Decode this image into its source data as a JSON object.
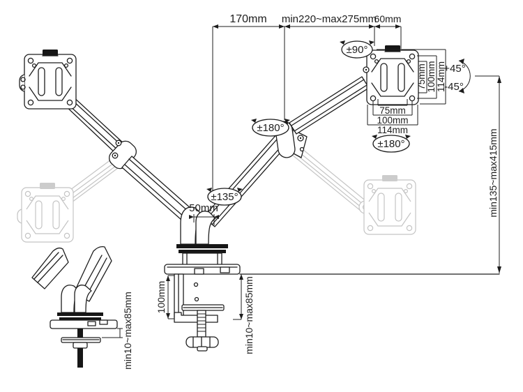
{
  "diagram": {
    "colors": {
      "line": "#1d1d1d",
      "ghost": "#c4c4c4",
      "background": "#ffffff"
    },
    "labels": {
      "arm_length": "170mm",
      "extension_range": "min220~max275mm",
      "vesa_offset": "60mm",
      "swivel": "±90°",
      "tilt_up": "+45°",
      "tilt_down": "-45°",
      "vesa_vertical": [
        "75mm",
        "100mm",
        "114mm"
      ],
      "vesa_horizontal": [
        "75mm",
        "100mm",
        "114mm"
      ],
      "rotation_elbow": "±180°",
      "rotation_vesa": "±180°",
      "rotation_shoulder": "±135°",
      "pole_offset": "50mm",
      "height_range": "min135~max415mm",
      "clamp_height": "100mm",
      "desk_thickness_clamp": "min10~max85mm",
      "desk_thickness_grommet": "min10~max85mm"
    }
  }
}
